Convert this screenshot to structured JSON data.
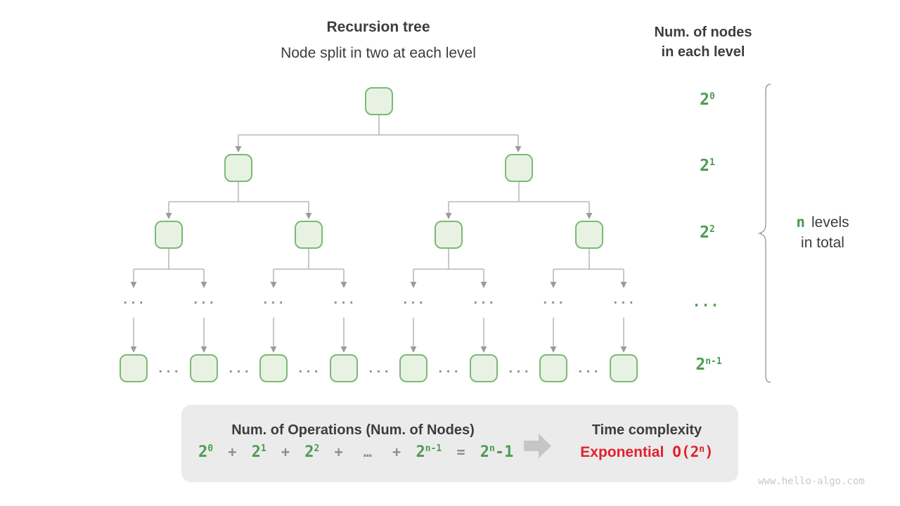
{
  "header": {
    "title": "Recursion tree",
    "subtitle": "Node split in two at each level",
    "right_title_line1": "Num. of nodes",
    "right_title_line2": "in each level"
  },
  "level_labels": {
    "l0": {
      "base": "2",
      "sup": "0"
    },
    "l1": {
      "base": "2",
      "sup": "1"
    },
    "l2": {
      "base": "2",
      "sup": "2"
    },
    "ldots": "...",
    "ln": {
      "base": "2",
      "sup": "n-1"
    }
  },
  "brace_label": {
    "n": "n",
    "word": "levels",
    "line2": "in total"
  },
  "tree": {
    "ellipsis": "..."
  },
  "box": {
    "title": "Num. of Operations (Num. of Nodes)",
    "formula": {
      "t0": {
        "base": "2",
        "sup": "0"
      },
      "t1": {
        "base": "2",
        "sup": "1"
      },
      "t2": {
        "base": "2",
        "sup": "2"
      },
      "t3": {
        "base": "2",
        "sup": "n-1"
      },
      "t4": {
        "base": "2",
        "sup": "n",
        "tail": "-1"
      },
      "plus": "+",
      "dots": "…",
      "equals": "="
    },
    "right_title": "Time complexity",
    "complexity_word": "Exponential",
    "bigO": {
      "pre": "O(2",
      "sup": "n",
      "post": ")"
    }
  },
  "watermark": "www.hello-algo.com",
  "colors": {
    "green": "#4c9c51",
    "red": "#e2202c",
    "node-fill": "#e8f2e3",
    "node-border": "#7cb974",
    "line": "#b9b9b9",
    "arrowhead": "#9b9b9b",
    "box-bg": "#ebebeb"
  }
}
